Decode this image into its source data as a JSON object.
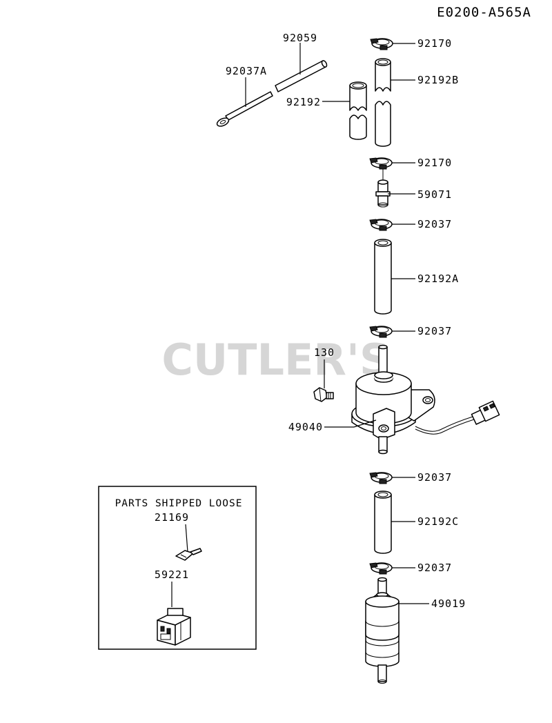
{
  "diagram_id": "E0200-A565A",
  "watermark": "CUTLER'S",
  "loose_parts": {
    "title": "PARTS SHIPPED LOOSE",
    "items": [
      "21169",
      "59221"
    ]
  },
  "callouts": {
    "p92059": "92059",
    "p92037A": "92037A",
    "p92192": "92192",
    "p92170_top": "92170",
    "p92192B": "92192B",
    "p92170_mid": "92170",
    "p59071": "59071",
    "p92037_1": "92037",
    "p92192A": "92192A",
    "p92037_2": "92037",
    "p130": "130",
    "p49040": "49040",
    "p92037_3": "92037",
    "p92192C": "92192C",
    "p92037_4": "92037",
    "p49019": "49019"
  }
}
